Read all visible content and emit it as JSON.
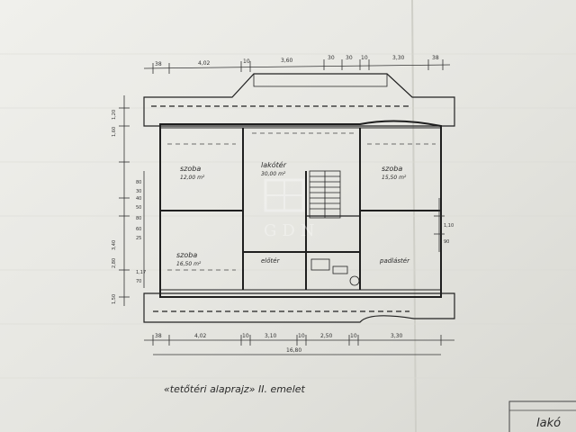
{
  "drawing": {
    "title_label": "«tetőtéri alaprajz»  II. emelet",
    "watermark": "GDN",
    "title_block_text": "lakó",
    "paper_color": "#e9e9e4",
    "ink_color": "#2a2a2a"
  },
  "top_dimensions": [
    "38",
    "4,02",
    "10",
    "3,60",
    "30",
    "30",
    "10",
    "3,30",
    "38"
  ],
  "bottom_dimensions": [
    "38",
    "4,02",
    "10",
    "3,10",
    "10",
    "2,50",
    "10",
    "3,30"
  ],
  "bottom_total": "16,80",
  "rooms": {
    "bedroom_1": {
      "name": "szoba",
      "area": "12,00 m²"
    },
    "living": {
      "name": "lakótér",
      "area": "30,00 m²"
    },
    "bedroom_2": {
      "name": "szoba",
      "area": "15,50 m²"
    },
    "bedroom_3": {
      "name": "szoba",
      "area": "16,50 m²"
    },
    "hall": {
      "name": "előtér",
      "area": ""
    },
    "storage": {
      "name": "padlástér",
      "area": ""
    }
  },
  "left_dimensions": [
    "1,20",
    "1,60",
    "80",
    "30",
    "40",
    "50",
    "80",
    "60",
    "3,40",
    "1,17",
    "25",
    "2,80",
    "70",
    "1,50"
  ],
  "right_dimensions": [
    "1,10",
    "90"
  ]
}
